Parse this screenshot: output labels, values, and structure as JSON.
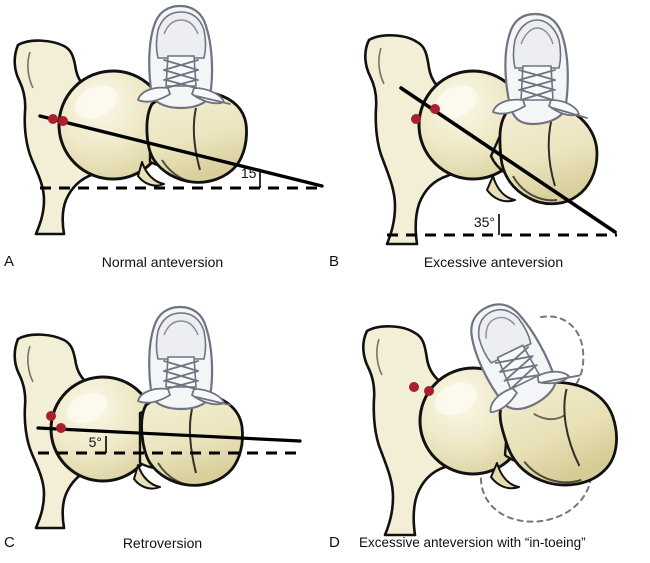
{
  "figure": {
    "subject": "femoral-anteversion-diagram",
    "background_color": "#ffffff",
    "panel_count": 4
  },
  "colors": {
    "bone_fill": "#efe9c8",
    "bone_fill_light": "#f6f2dd",
    "bone_shade": "#ddd4a4",
    "bone_outline": "#111111",
    "shoe_fill": "#f4f5f7",
    "shoe_outline": "#6f7481",
    "shoe_shade": "#e2e4e9",
    "marker_red": "#a81f2e",
    "axis_line": "#000000",
    "reference_dashed": "#000000",
    "ghost_dashed": "#777777",
    "label_text": "#111111"
  },
  "panels": [
    {
      "letter": "A",
      "title": "Normal anteversion",
      "angle_label": "15°",
      "angle_value": 15,
      "axis_rotation_deg": -10,
      "foot_rotation_deg": 0,
      "has_ghost_outline": false,
      "elements": {
        "pelvis": "pelvis-bone",
        "femoral_head": "femoral-head",
        "distal_femur": "distal-femur-condyles",
        "shoe": "athletic-shoe",
        "neck_axis": "femoral-neck-axis-line",
        "reference": "horizontal-reference-line",
        "markers": "femoral-neck-markers"
      }
    },
    {
      "letter": "B",
      "title": "Excessive anteversion",
      "angle_label": "35°",
      "angle_value": 35,
      "axis_rotation_deg": -34,
      "foot_rotation_deg": 0,
      "has_ghost_outline": false,
      "elements": {
        "pelvis": "pelvis-bone",
        "femoral_head": "femoral-head",
        "distal_femur": "distal-femur-condyles",
        "shoe": "athletic-shoe",
        "neck_axis": "femoral-neck-axis-line",
        "reference": "horizontal-reference-line",
        "markers": "femoral-neck-markers"
      }
    },
    {
      "letter": "C",
      "title": "Retroversion",
      "angle_label": "5°",
      "angle_value": 5,
      "axis_rotation_deg": -3,
      "foot_rotation_deg": 0,
      "has_ghost_outline": false,
      "elements": {
        "pelvis": "pelvis-bone",
        "femoral_head": "femoral-head",
        "distal_femur": "distal-femur-condyles",
        "shoe": "athletic-shoe",
        "neck_axis": "femoral-neck-axis-line",
        "reference": "horizontal-reference-line",
        "markers": "femoral-neck-markers"
      }
    },
    {
      "letter": "D",
      "title": "Excessive anteversion with “in-toeing”",
      "angle_label": "",
      "angle_value": null,
      "axis_rotation_deg": null,
      "foot_rotation_deg": -25,
      "has_ghost_outline": true,
      "elements": {
        "pelvis": "pelvis-bone",
        "femoral_head": "femoral-head",
        "distal_femur": "distal-femur-condyles",
        "shoe": "athletic-shoe",
        "ghost": "ghost-normal-foot-outline",
        "markers": "femoral-neck-markers"
      }
    }
  ]
}
